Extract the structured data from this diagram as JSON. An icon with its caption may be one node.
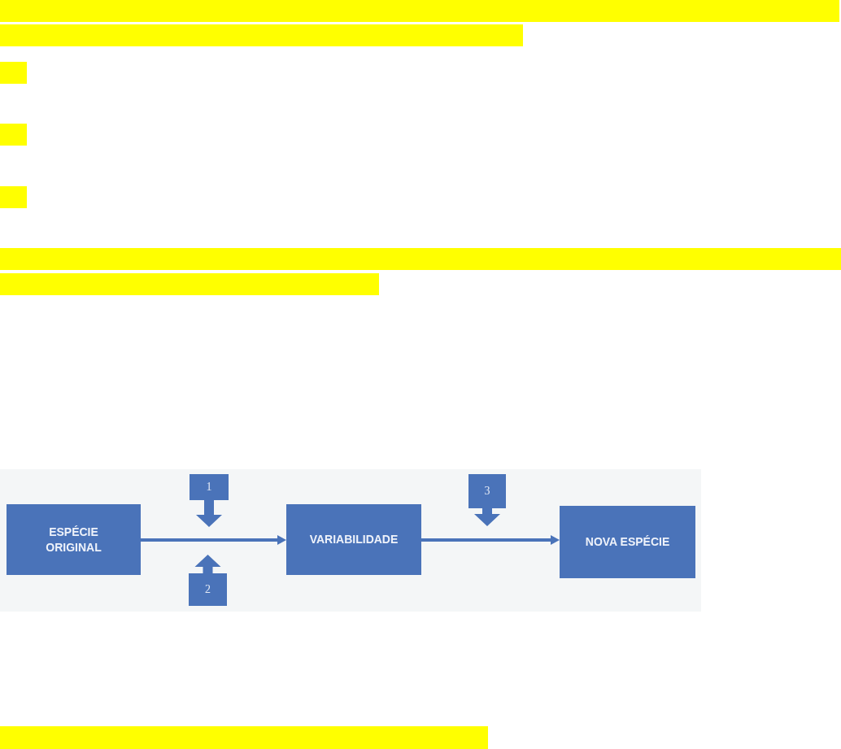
{
  "diagram": {
    "nodes": [
      {
        "text": [
          "ESPÉCIE ORIGINAL"
        ]
      },
      {
        "text": [
          "1"
        ]
      },
      {
        "text": [
          "2"
        ]
      },
      {
        "text": [
          "VARIABILIDADE"
        ]
      },
      {
        "text": [
          "3"
        ]
      },
      {
        "text": [
          "NOVA ESPÉCIE"
        ]
      }
    ],
    "edges": [
      {
        "from": 0,
        "to": 3,
        "arrow": "to"
      },
      {
        "from": 3,
        "to": 5,
        "arrow": "to"
      }
    ]
  }
}
